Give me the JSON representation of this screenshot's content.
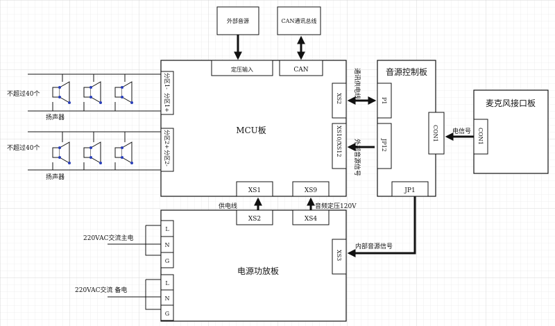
{
  "blocks": {
    "external_source": "外部音源",
    "can_bus": "CAN通讯总线",
    "mcu": "MCU板",
    "source_ctrl": "音源控制板",
    "mic_iface": "麦克风接口板",
    "power_amp": "电源功放板"
  },
  "ports": {
    "const_in": "定压输入",
    "can": "CAN",
    "zone1": "分区1-",
    "zone1p": "分区1+",
    "zone2": "分区2+",
    "zone2m": "分区2-",
    "xs2_mcu": "XS2",
    "xs10": "XS10/XS12",
    "xs1": "XS1",
    "xs9": "XS9",
    "xs2_pwr": "XS2",
    "xs4": "XS4",
    "xs3": "XS3",
    "p1": "P1",
    "jp12": "JP12",
    "jp1": "JP1",
    "con1_ctrl": "CON1",
    "con1_mic": "CON1",
    "L1": "L",
    "N1": "N",
    "G1": "G",
    "L2": "L",
    "N2": "N",
    "G2": "G"
  },
  "labels": {
    "comm_power": "通讯供电线",
    "ext_source_sig": "外部音源信号",
    "mic_signal": "电信号",
    "power_line": "供电线",
    "audio_const": "音频定压120V",
    "internal_sig": "内部音源信号",
    "ac_main": "220VAC交流主电",
    "ac_backup": "220VAC交流 备电",
    "max40_a": "不超过40个",
    "max40_b": "不超过40个",
    "speaker_a": "扬声器",
    "speaker_b": "扬声器"
  }
}
